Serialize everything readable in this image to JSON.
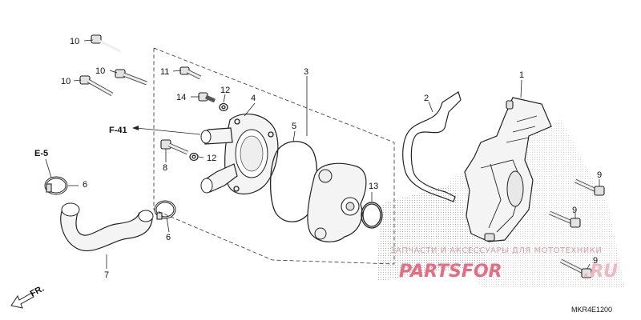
{
  "diagram": {
    "drawing_code": "MKR4E1200",
    "callouts": [
      {
        "id": "c1",
        "text": "1"
      },
      {
        "id": "c2",
        "text": "2"
      },
      {
        "id": "c3",
        "text": "3"
      },
      {
        "id": "c4",
        "text": "4"
      },
      {
        "id": "c5",
        "text": "5"
      },
      {
        "id": "c6a",
        "text": "6"
      },
      {
        "id": "c6b",
        "text": "6"
      },
      {
        "id": "c7",
        "text": "7"
      },
      {
        "id": "c8",
        "text": "8"
      },
      {
        "id": "c9a",
        "text": "9"
      },
      {
        "id": "c9b",
        "text": "9"
      },
      {
        "id": "c9c",
        "text": "9"
      },
      {
        "id": "c10a",
        "text": "10"
      },
      {
        "id": "c10b",
        "text": "10"
      },
      {
        "id": "c10c",
        "text": "10"
      },
      {
        "id": "c11",
        "text": "11"
      },
      {
        "id": "c12a",
        "text": "12"
      },
      {
        "id": "c12b",
        "text": "12"
      },
      {
        "id": "c13",
        "text": "13"
      },
      {
        "id": "c14",
        "text": "14"
      }
    ],
    "references": {
      "f41": "F-41",
      "e5": "E-5",
      "front": "FR."
    }
  },
  "watermark": {
    "tagline": "ЗАПЧАСТИ И АКСЕССУАРЫ ДЛЯ МОТОТЕХНИКИ",
    "brand_left": "PARTSFOR",
    "brand_right": ".RU"
  }
}
